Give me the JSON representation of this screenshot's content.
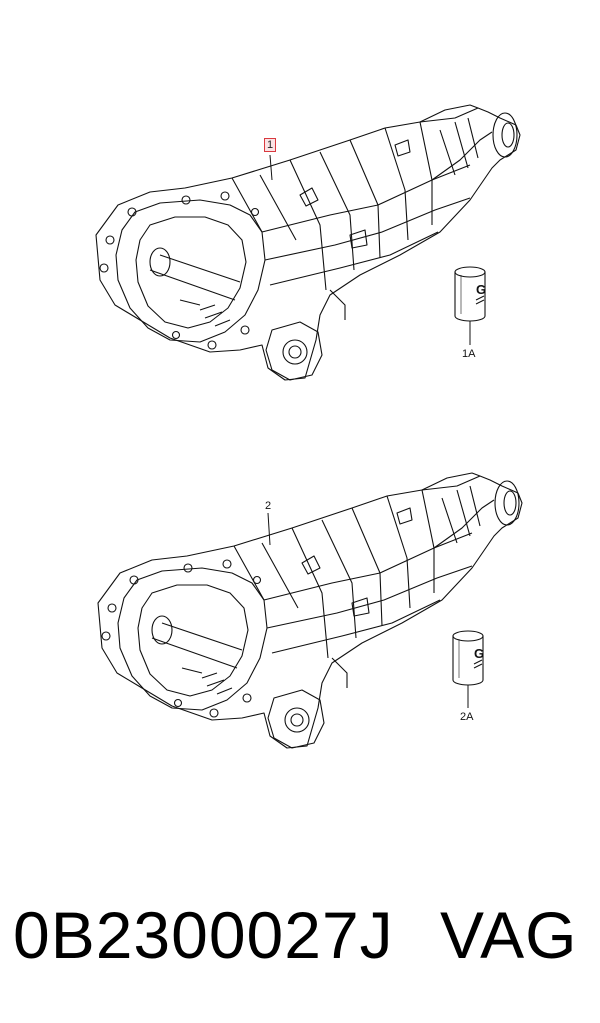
{
  "diagram": {
    "callouts": [
      {
        "id": "1",
        "label": "1",
        "highlighted": true
      },
      {
        "id": "1A",
        "label": "1A",
        "highlighted": false
      },
      {
        "id": "2",
        "label": "2",
        "highlighted": false
      },
      {
        "id": "2A",
        "label": "2A",
        "highlighted": false
      }
    ],
    "components": [
      {
        "callout": "1",
        "kind": "transmission-assembly",
        "icon": "gearbox-icon"
      },
      {
        "callout": "1A",
        "kind": "oil-canister",
        "icon": "oil-can-icon"
      },
      {
        "callout": "2",
        "kind": "transmission-assembly",
        "icon": "gearbox-icon"
      },
      {
        "callout": "2A",
        "kind": "oil-canister",
        "icon": "oil-can-icon"
      }
    ],
    "colors": {
      "line": "#111111",
      "highlight_border": "#d9393f",
      "highlight_fill": "#fbe3e5"
    }
  },
  "footer": {
    "part_number": "0B2300027J",
    "brand": "VAG"
  }
}
